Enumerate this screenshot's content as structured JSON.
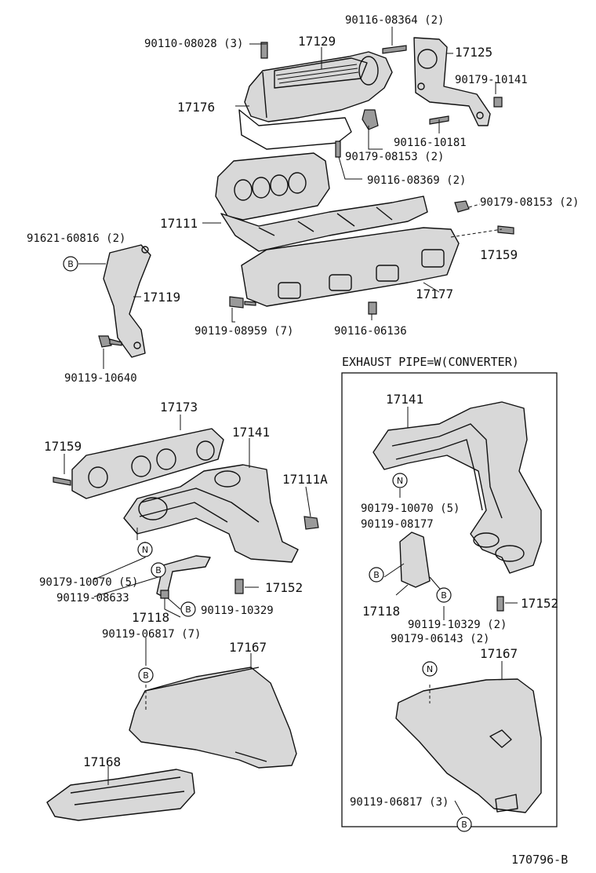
{
  "labels": {
    "l_90110_08028": "90110-08028 (3)",
    "l_17129": "17129",
    "l_90116_08364": "90116-08364 (2)",
    "l_17125": "17125",
    "l_90179_10141": "90179-10141",
    "l_17176": "17176",
    "l_90116_10181": "90116-10181",
    "l_90179_08153_a": "90179-08153 (2)",
    "l_90116_08369": "90116-08369 (2)",
    "l_90179_08153_b": "90179-08153 (2)",
    "l_17111": "17111",
    "l_91621_60816": "91621-60816 (2)",
    "l_17159_a": "17159",
    "l_17119": "17119",
    "l_17177": "17177",
    "l_90119_08959": "90119-08959 (7)",
    "l_90116_06136": "90116-06136",
    "l_90119_10640": "90119-10640",
    "l_exhaust_title": "EXHAUST PIPE=W(CONVERTER)",
    "l_17173": "17173",
    "l_17141_a": "17141",
    "l_17141_b": "17141",
    "l_17159_b": "17159",
    "l_17111A": "17111A",
    "l_90179_10070_b": "90179-10070 (5)",
    "l_90119_08177": "90119-08177",
    "l_90179_10070_a": "90179-10070 (5)",
    "l_90119_08633": "90119-08633",
    "l_17152_a": "17152",
    "l_17118_a": "17118",
    "l_90119_10329_a": "90119-10329",
    "l_17118_b": "17118",
    "l_90119_10329_b": "90119-10329 (2)",
    "l_17152_b": "17152",
    "l_90119_06817_a": "90119-06817 (7)",
    "l_90179_06143": "90179-06143 (2)",
    "l_17167_a": "17167",
    "l_17167_b": "17167",
    "l_17168": "17168",
    "l_90119_06817_b": "90119-06817 (3)",
    "l_code": "170796-B"
  },
  "badges": {
    "b": "B",
    "n": "N"
  }
}
